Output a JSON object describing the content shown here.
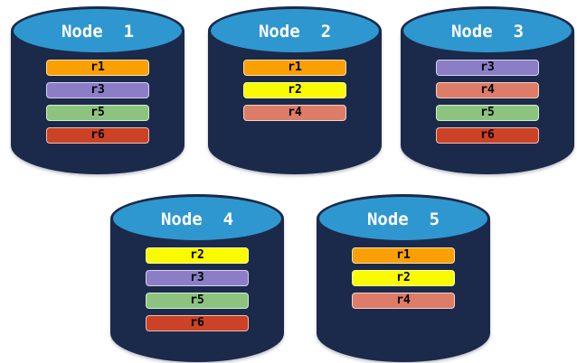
{
  "colors": {
    "body": "#1B2A4A",
    "ellipse": "#2F97CF",
    "r1": "#FAA005",
    "r2": "#FAFA00",
    "r3": "#8B7EC6",
    "r4": "#DD7C67",
    "r5": "#8CC37F",
    "r6": "#CB4226"
  },
  "nodes": [
    {
      "label": "Node  1",
      "replicas": [
        {
          "id": "r1",
          "label": "r1"
        },
        {
          "id": "r3",
          "label": "r3"
        },
        {
          "id": "r5",
          "label": "r5"
        },
        {
          "id": "r6",
          "label": "r6"
        }
      ]
    },
    {
      "label": "Node  2",
      "replicas": [
        {
          "id": "r1",
          "label": "r1"
        },
        {
          "id": "r2",
          "label": "r2"
        },
        {
          "id": "r4",
          "label": "r4"
        }
      ]
    },
    {
      "label": "Node  3",
      "replicas": [
        {
          "id": "r3",
          "label": "r3"
        },
        {
          "id": "r4",
          "label": "r4"
        },
        {
          "id": "r5",
          "label": "r5"
        },
        {
          "id": "r6",
          "label": "r6"
        }
      ]
    },
    {
      "label": "Node  4",
      "replicas": [
        {
          "id": "r2",
          "label": "r2"
        },
        {
          "id": "r3",
          "label": "r3"
        },
        {
          "id": "r5",
          "label": "r5"
        },
        {
          "id": "r6",
          "label": "r6"
        }
      ]
    },
    {
      "label": "Node  5",
      "replicas": [
        {
          "id": "r1",
          "label": "r1"
        },
        {
          "id": "r2",
          "label": "r2"
        },
        {
          "id": "r4",
          "label": "r4"
        }
      ]
    }
  ]
}
